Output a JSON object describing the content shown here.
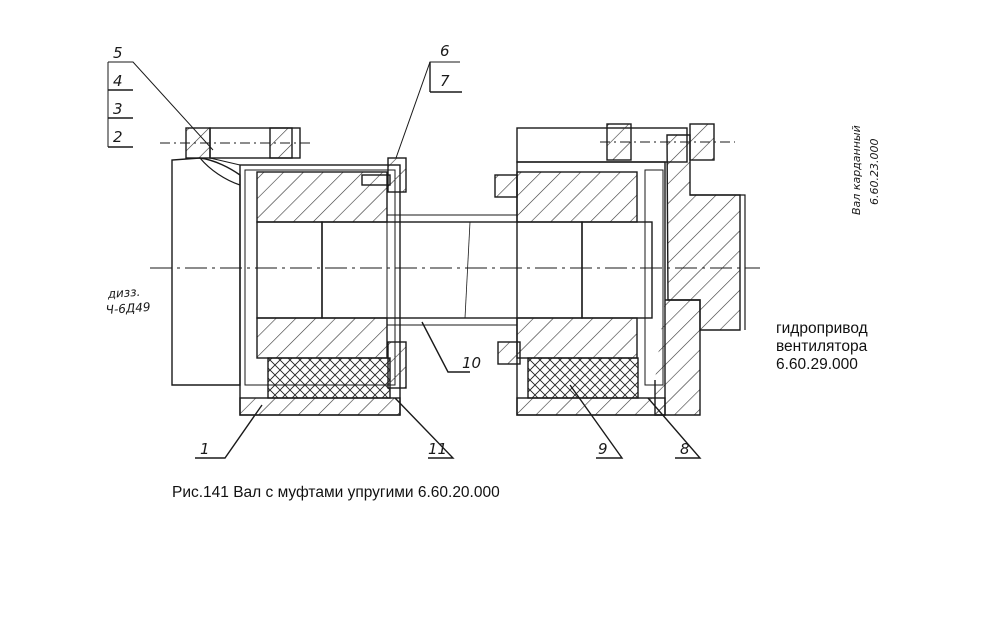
{
  "caption": "Рис.141 Вал с муфтами упругими 6.60.20.000",
  "side_note": {
    "line1": "гидропривод",
    "line2": "вентилятора",
    "line3": "6.60.29.000"
  },
  "handwritten": {
    "left_label_line1": "дизз.",
    "left_label_line2": "Ч-6Д49",
    "right_label_line1": "Вал карданный",
    "right_label_line2": "6.60.23.000"
  },
  "callouts": {
    "c1": "1",
    "c2": "2",
    "c3": "3",
    "c4": "4",
    "c5": "5",
    "c6": "6",
    "c7": "7",
    "c8": "8",
    "c9": "9",
    "c10": "10",
    "c11": "11"
  }
}
